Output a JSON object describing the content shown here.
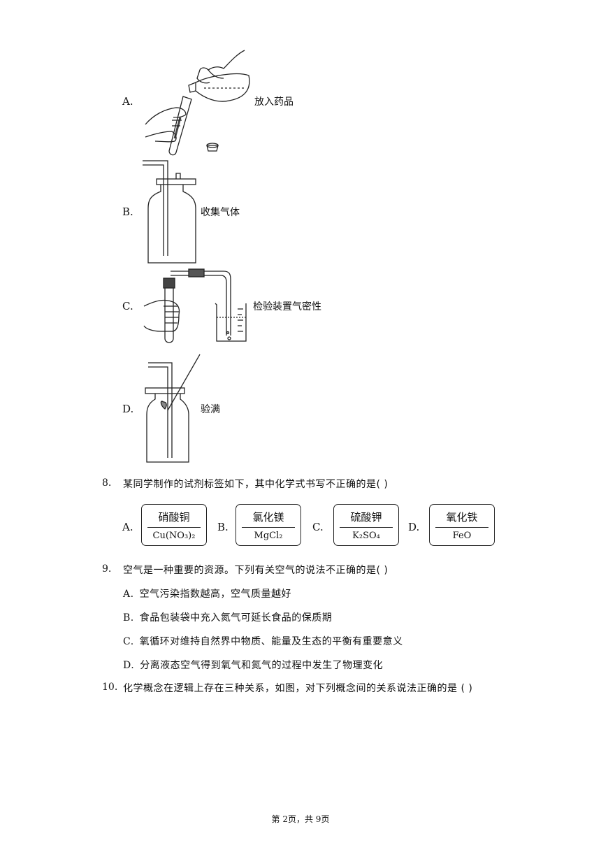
{
  "q7": {
    "options": [
      {
        "letter": "A.",
        "caption": "放入药品"
      },
      {
        "letter": "B.",
        "caption": "收集气体"
      },
      {
        "letter": "C.",
        "caption": "检验装置气密性"
      },
      {
        "letter": "D.",
        "caption": "验满"
      }
    ]
  },
  "q8": {
    "number": "8.",
    "text": "某同学制作的试剂标签如下，其中化学式书写不正确的是(    )",
    "labels": [
      {
        "letter": "A.",
        "name": "硝酸铜",
        "formula": "Cu(NO₃)₂"
      },
      {
        "letter": "B.",
        "name": "氯化镁",
        "formula": "MgCl₂"
      },
      {
        "letter": "C.",
        "name": "硫酸钾",
        "formula": "K₂SO₄"
      },
      {
        "letter": "D.",
        "name": "氧化铁",
        "formula": "FeO"
      }
    ]
  },
  "q9": {
    "number": "9.",
    "text": "空气是一种重要的资源。下列有关空气的说法不正确的是(    )",
    "choices": [
      {
        "letter": "A.",
        "text": "空气污染指数越高，空气质量越好"
      },
      {
        "letter": "B.",
        "text": "食品包装袋中充入氮气可延长食品的保质期"
      },
      {
        "letter": "C.",
        "text": "氧循环对维持自然界中物质、能量及生态的平衡有重要意义"
      },
      {
        "letter": "D.",
        "text": "分离液态空气得到氧气和氮气的过程中发生了物理变化"
      }
    ]
  },
  "q10": {
    "number": "10.",
    "text": "化学概念在逻辑上存在三种关系，如图，对下列概念间的关系说法正确的是 (    )"
  },
  "footer": {
    "page": "第 2页，共 9页"
  }
}
